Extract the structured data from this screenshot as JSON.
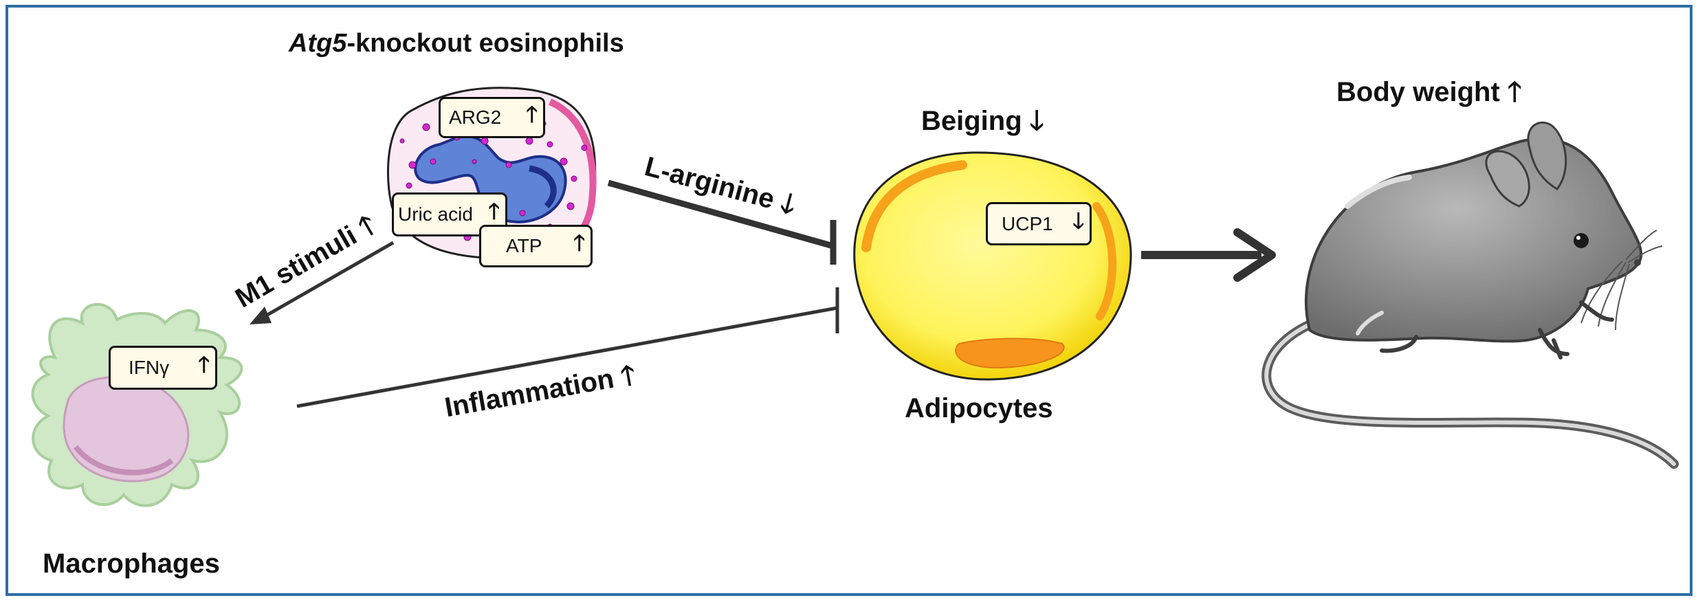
{
  "labels": {
    "eosinophil_title_italic": "Atg5",
    "eosinophil_title_rest": "-knockout eosinophils",
    "beiging": "Beiging",
    "body_weight": "Body weight",
    "l_arginine": "L-arginine",
    "m1_stimuli": "M1 stimuli",
    "inflammation": "Inflammation",
    "adipocytes": "Adipocytes",
    "macrophages": "Macrophages"
  },
  "boxes": {
    "arg2": "ARG2",
    "uric_acid": "Uric acid",
    "atp": "ATP",
    "ucp1": "UCP1",
    "ifng": "IFNγ"
  },
  "arrows": {
    "up": "🡑",
    "down": "🡓"
  },
  "colors": {
    "frame": "#2e6da4",
    "adipocyte_fill": "#fef65b",
    "adipocyte_lipid": "#f7a21b",
    "macrophage_fill": "#cfe8c6",
    "macrophage_nucleus": "#e3c6dd",
    "eosinophil_nucleus": "#5f83d6",
    "eosinophil_granule": "#d22ad0",
    "mouse_body": "#8e8e8e"
  }
}
